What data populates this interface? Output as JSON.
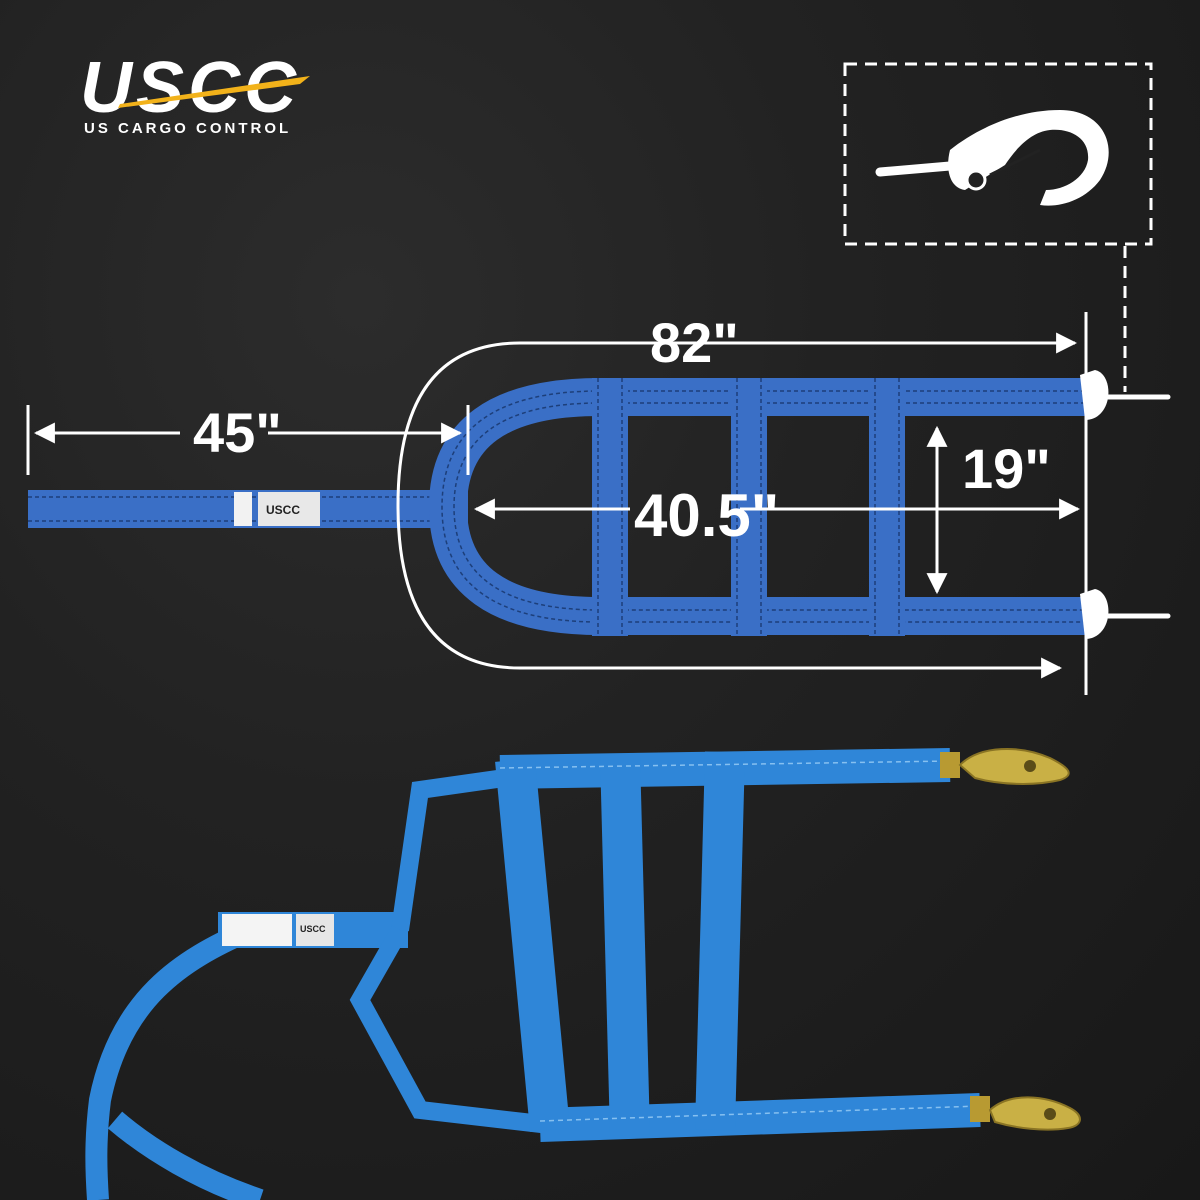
{
  "logo": {
    "wordmark": "USCC",
    "tagline": "US CARGO CONTROL"
  },
  "dimensions": {
    "overall_length": "82\"",
    "tail_length": "45\"",
    "inner_length": "40.5\"",
    "width": "19\""
  },
  "tag": {
    "text": "USCC"
  },
  "colors": {
    "background": "#1e1e1e",
    "strap_diagram": "#3a6fc6",
    "strap_photo": "#2f86d8",
    "dimension_lines": "#ffffff",
    "logo_accent": "#f2b21a",
    "hardware": "#c9b045"
  },
  "icons": {
    "hook_detail": "snap-hook-icon"
  }
}
